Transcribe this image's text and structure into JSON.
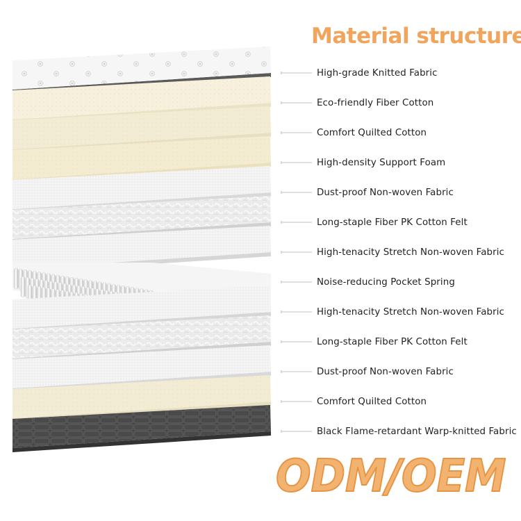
{
  "title": "Material structure",
  "layers": [
    {
      "name": "High-grade Knitted Fabric",
      "material": "knit-white",
      "top": "#f6f6f6",
      "side": "#5a5a5a"
    },
    {
      "name": "Eco-friendly Fiber Cotton",
      "material": "cream",
      "top": "#f6f0dc",
      "side": "#ebe2c6"
    },
    {
      "name": "Comfort Quilted Cotton",
      "material": "cream",
      "top": "#f3ecd4",
      "side": "#e8dfc2"
    },
    {
      "name": "High-density Support Foam",
      "material": "cream",
      "top": "#f4ecd0",
      "side": "#ebe0be"
    },
    {
      "name": "Dust-proof Non-woven Fabric",
      "material": "white-mesh",
      "top": "#f2f2f2",
      "side": "#d9d9d9"
    },
    {
      "name": "Long-staple Fiber PK Cotton Felt",
      "material": "felt",
      "top": "#ebebeb",
      "side": "#d0d0d0"
    },
    {
      "name": "High-tenacity Stretch Non-woven Fabric",
      "material": "white-mesh",
      "top": "#f1f1f1",
      "side": "#d6d6d6"
    },
    {
      "name": "Noise-reducing Pocket Spring",
      "material": "springs",
      "top": "#efefef",
      "side": "#cfcfcf"
    },
    {
      "name": "High-tenacity Stretch Non-woven Fabric",
      "material": "white-mesh",
      "top": "#f1f1f1",
      "side": "#d6d6d6"
    },
    {
      "name": "Long-staple Fiber PK Cotton Felt",
      "material": "felt",
      "top": "#ebebeb",
      "side": "#d0d0d0"
    },
    {
      "name": "Dust-proof Non-woven Fabric",
      "material": "white-mesh",
      "top": "#f2f2f2",
      "side": "#d9d9d9"
    },
    {
      "name": "Comfort Quilted Cotton",
      "material": "cream",
      "top": "#f3ecd4",
      "side": "#e8dfc2"
    },
    {
      "name": "Black Flame-retardant Warp-knitted Fabric",
      "material": "black-knit",
      "top": "#4a4a4a",
      "side": "#333333"
    }
  ],
  "brand_text": "ODM/OEM",
  "colors": {
    "title": "#f0a45c",
    "brand_fill": "#f3b370",
    "brand_stroke": "#e79442",
    "label": "#222222",
    "leader": "#e0e0e0"
  }
}
